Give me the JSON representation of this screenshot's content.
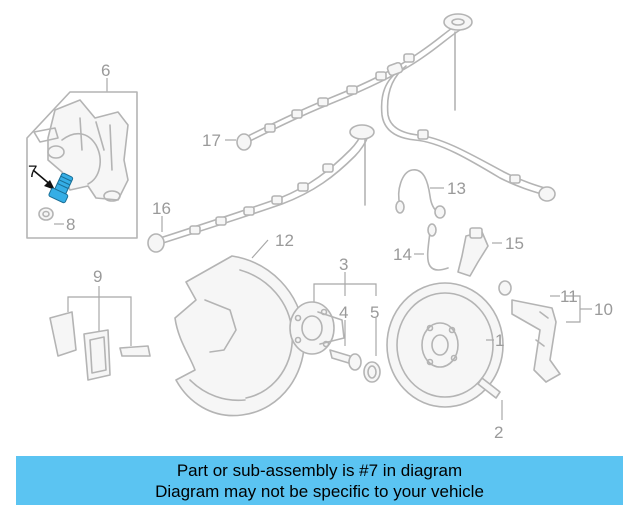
{
  "callouts": {
    "c1": "1",
    "c2": "2",
    "c3": "3",
    "c4": "4",
    "c5": "5",
    "c6": "6",
    "c7": "7",
    "c8": "8",
    "c9": "9",
    "c10": "10",
    "c11": "11",
    "c12": "12",
    "c13": "13",
    "c14": "14",
    "c15": "15",
    "c16": "16",
    "c17": "17"
  },
  "highlighted_part": "7",
  "colors": {
    "banner": "#5bc4f2",
    "highlight_part": "#35aee6",
    "line_art": "#b4b4b4"
  },
  "banner": {
    "line1": "Part or sub-assembly is #7 in diagram",
    "line2": "Diagram may not be specific to your vehicle"
  }
}
